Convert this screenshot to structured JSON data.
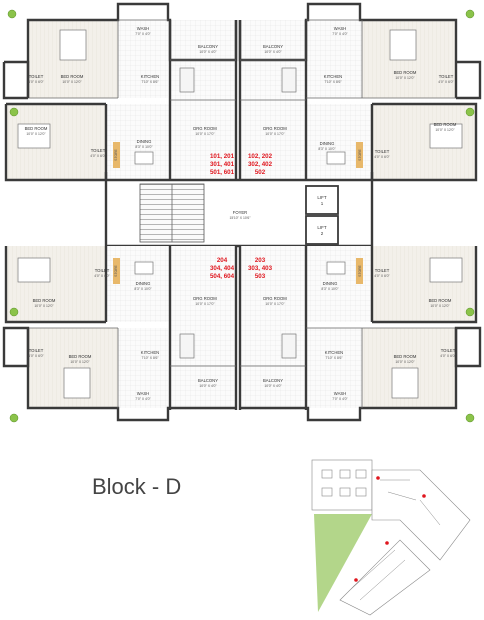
{
  "title": "Block - D",
  "rooms": {
    "wash": "WASH",
    "wash_dim": "7'0\" X 4'0\"",
    "balcony": "BALCONY",
    "balcony_dim": "10'0\" X 4'0\"",
    "kitchen": "KITCHEN",
    "kitchen_dim": "7'10\" X 8'6\"",
    "toilet": "TOILET",
    "toilet_dim": "4'0\" X 6'0\"",
    "bedroom": "BED ROOM",
    "bedroom_dim": "10'0\" X 12'0\"",
    "drg": "DRG ROOM",
    "drg_dim": "10'0\" X 17'0\"",
    "dining": "DINING",
    "dining_dim": "8'3\" X 10'0\"",
    "store": "STORE",
    "foyer": "FOYER",
    "foyer_dim": "15'10\" X 10'6\"",
    "lift1": "LIFT",
    "lift1_no": "1",
    "lift2": "LIFT",
    "lift2_no": "2"
  },
  "units": {
    "tl": [
      "101, 201",
      "301, 401",
      "501, 601"
    ],
    "tr": [
      "102, 202",
      "302, 402",
      "502"
    ],
    "bl": [
      "204",
      "304, 404",
      "504, 604"
    ],
    "br": [
      "203",
      "303, 403",
      "503"
    ]
  },
  "colors": {
    "unit_text": "#e0161e",
    "wall": "#3a3a3a",
    "floor_wood": "#e8b86a",
    "green": "#b3d68a"
  }
}
